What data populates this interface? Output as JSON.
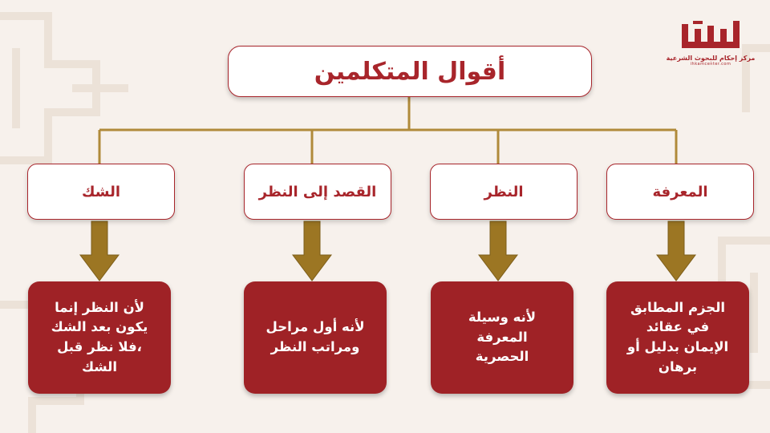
{
  "colors": {
    "background": "#f7f1ec",
    "accent": "#a8252b",
    "box_fill_dark": "#9f2226",
    "connector": "#b08a3a",
    "arrow": "#9c7623",
    "pattern": "#ece2d8"
  },
  "logo": {
    "icon": "ihkam-logo-icon",
    "subtitle": "مركز إحكام للبحوث الشرعية",
    "tagline": "ihkamcenter.com"
  },
  "title": "أقوال المتكلمين",
  "categories": [
    {
      "label": "المعرفة",
      "definition": [
        "الجزم المطابق",
        "في عقائد",
        "الإيمان بدليل أو",
        "برهان"
      ]
    },
    {
      "label": "النظر",
      "definition": [
        "لأنه وسيلة",
        "المعرفة",
        "الحصرية"
      ]
    },
    {
      "label": "القصد إلى النظر",
      "definition": [
        "لأنه أول مراحل",
        "ومراتب النظر"
      ]
    },
    {
      "label": "الشك",
      "definition": [
        "لأن النظر إنما",
        "يكون بعد الشك",
        "،فلا نظر قبل",
        "الشك"
      ]
    }
  ]
}
